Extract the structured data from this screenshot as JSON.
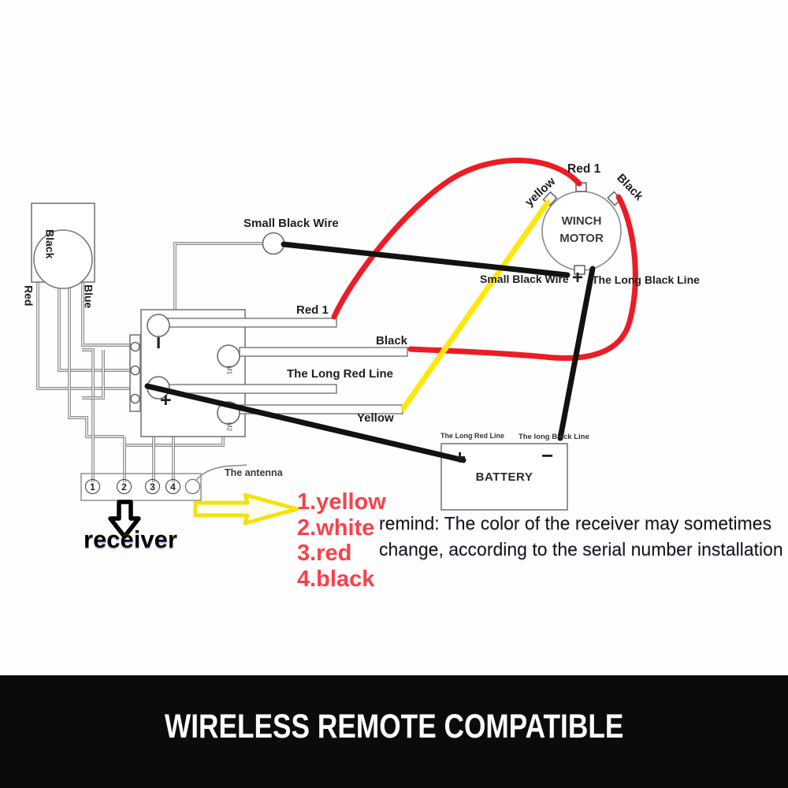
{
  "colors": {
    "wire_red": "#ed1c24",
    "wire_yellow": "#ffe70a",
    "wire_black": "#121212",
    "thin_wire_gray": "#686868",
    "legend_red": "#fb4049",
    "banner_bg": "#0b0b0b",
    "banner_fg": "#ffffff",
    "yellow_arrow": "#f2e30e"
  },
  "motor": {
    "name_line1": "WINCH",
    "name_line2": "MOTOR",
    "terminal_red": "Red 1",
    "terminal_yellow": "yellow",
    "terminal_black": "Black",
    "bottom_small_black": "Small Black Wire",
    "bottom_plus": "+",
    "bottom_long_black": "The Long Black Line"
  },
  "solenoid": {
    "minus": "−",
    "plus": "+",
    "m1": "M1",
    "m2": "M2",
    "bar_red": "Red 1",
    "bar_black": "Black",
    "bar_long_red": "The Long Red Line",
    "bar_yellow": "Yellow"
  },
  "jumper_label": "Small Black Wire",
  "control_box": {
    "black": "Black",
    "red": "Red",
    "blue": "Blue"
  },
  "battery": {
    "title": "BATTERY",
    "plus": "+",
    "minus": "−",
    "label_red": "The Long Red Line",
    "label_black": "The long Black Line"
  },
  "receiver": {
    "caption": "receiver",
    "antenna": "The antenna",
    "t1": "1",
    "t2": "2",
    "t3": "3",
    "t4": "4"
  },
  "legend": {
    "item1": "1.yellow",
    "item2": "2.white",
    "item3": "3.red",
    "item4": "4.black"
  },
  "remind": {
    "line1": "remind: The color of the receiver may sometimes",
    "line2": "change, according to the serial number installation"
  },
  "banner": {
    "label": "WIRELESS REMOTE COMPATIBLE"
  }
}
